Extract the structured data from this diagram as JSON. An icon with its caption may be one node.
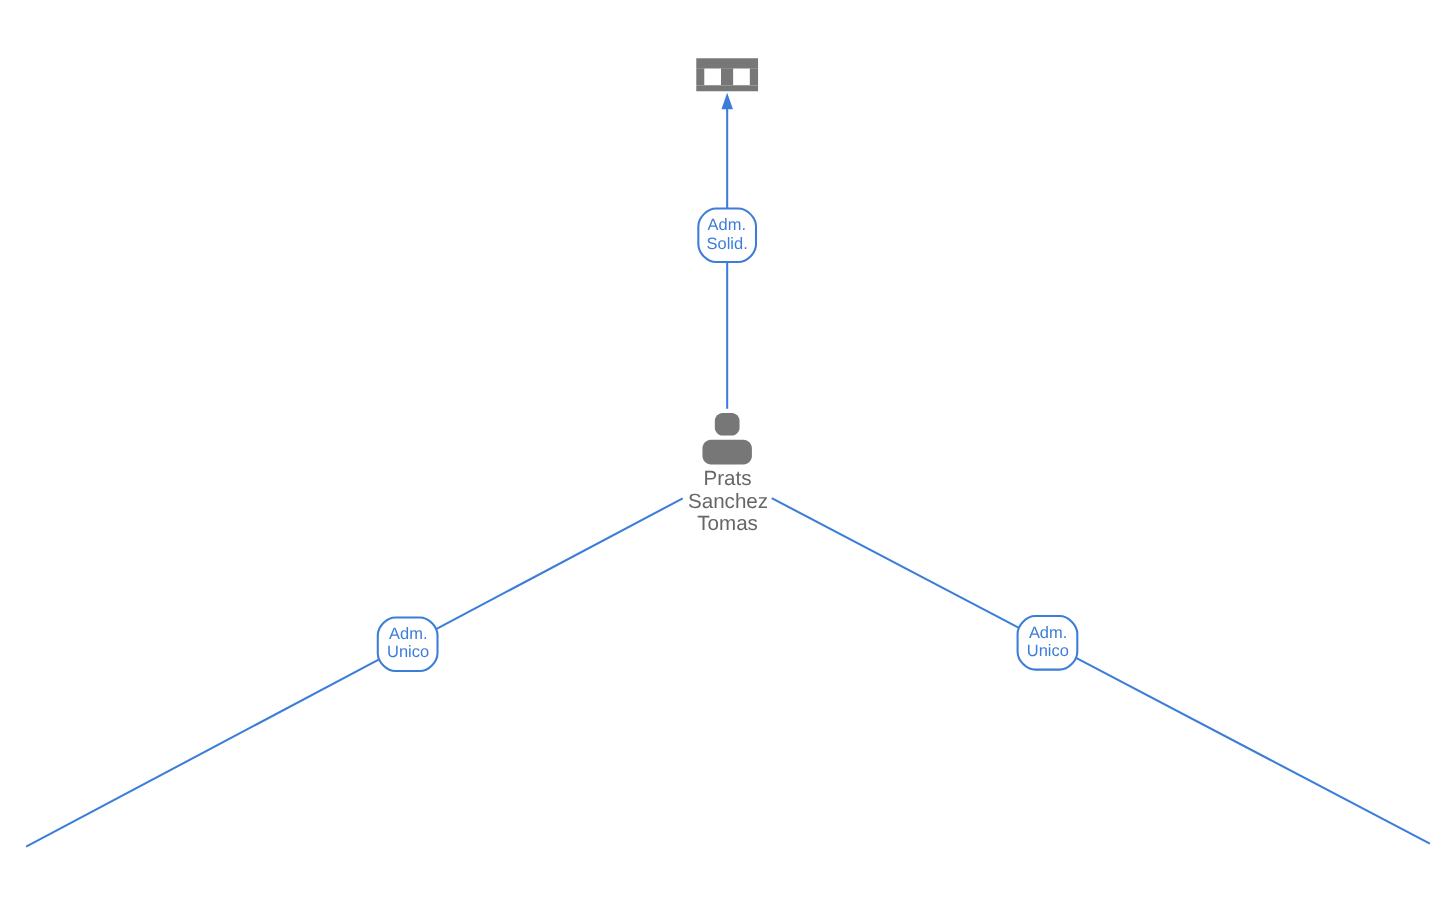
{
  "diagram": {
    "nodes": [
      {
        "text": [],
        "shape": "picture"
      },
      {
        "text": [
          "Prats Sanchez Tomas"
        ]
      }
    ],
    "edges": [
      {
        "from": 1,
        "to": 0,
        "arrow": "to",
        "label": "Adm. Solid."
      },
      {
        "from": 1,
        "to": null,
        "arrow": "none",
        "label": "Adm. Unico"
      },
      {
        "from": 1,
        "to": null,
        "arrow": "none",
        "label": "Adm. Unico"
      }
    ]
  }
}
